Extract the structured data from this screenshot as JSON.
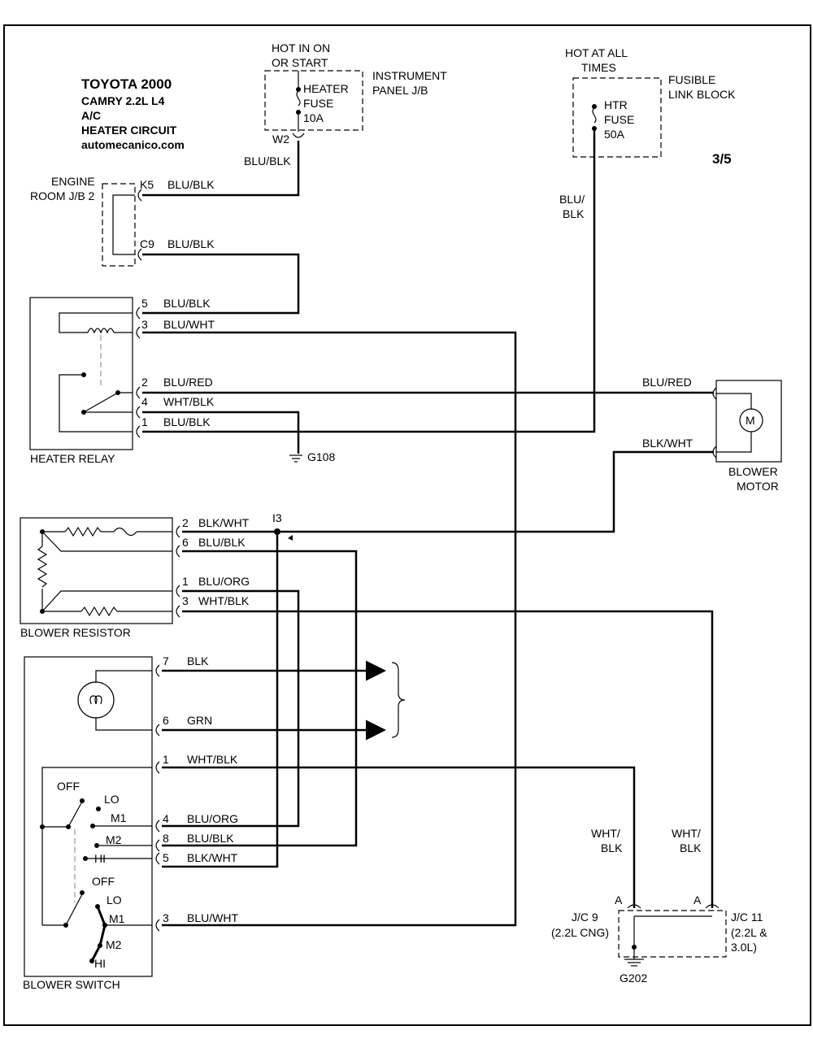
{
  "title": {
    "line1": "TOYOTA 2000",
    "line2": "CAMRY   2.2L  L4",
    "line3": "A/C",
    "line4": "HEATER CIRCUIT",
    "line5": "automecanico.com"
  },
  "page_number": "3/5",
  "fuse_box_ip": {
    "hot1": "HOT IN ON",
    "hot2": "OR START",
    "name1": "INSTRUMENT",
    "name2": "PANEL J/B",
    "fuse1": "HEATER",
    "fuse2": "FUSE",
    "fuse3": "10A",
    "pin": "W2",
    "wire": "BLU/BLK"
  },
  "fusible_link": {
    "hot1": "HOT AT ALL",
    "hot2": "TIMES",
    "name1": "FUSIBLE",
    "name2": "LINK BLOCK",
    "fuse1": "HTR",
    "fuse2": "FUSE",
    "fuse3": "50A",
    "wire1": "BLU/",
    "wire2": "BLK"
  },
  "engine_jb": {
    "name1": "ENGINE",
    "name2": "ROOM J/B 2",
    "pin_k5": "K5",
    "wire_k5": "BLU/BLK",
    "pin_c9": "C9",
    "wire_c9": "BLU/BLK"
  },
  "heater_relay": {
    "name": "HEATER RELAY",
    "pins": [
      {
        "pin": "5",
        "wire": "BLU/BLK"
      },
      {
        "pin": "3",
        "wire": "BLU/WHT"
      },
      {
        "pin": "2",
        "wire": "BLU/RED"
      },
      {
        "pin": "4",
        "wire": "WHT/BLK"
      },
      {
        "pin": "1",
        "wire": "BLU/BLK"
      }
    ],
    "ground": "G108"
  },
  "blower_motor": {
    "name1": "BLOWER",
    "name2": "MOTOR",
    "symbol": "M",
    "wire1": "BLU/RED",
    "wire2": "BLK/WHT"
  },
  "blower_resistor": {
    "name": "BLOWER RESISTOR",
    "splice": "I3",
    "pins": [
      {
        "pin": "2",
        "wire": "BLK/WHT"
      },
      {
        "pin": "6",
        "wire": "BLU/BLK"
      },
      {
        "pin": "1",
        "wire": "BLU/ORG"
      },
      {
        "pin": "3",
        "wire": "WHT/BLK"
      }
    ]
  },
  "blower_switch": {
    "name": "BLOWER SWITCH",
    "pins": [
      {
        "pin": "7",
        "wire": "BLK"
      },
      {
        "pin": "6",
        "wire": "GRN"
      },
      {
        "pin": "1",
        "wire": "WHT/BLK"
      },
      {
        "pin": "4",
        "wire": "BLU/ORG"
      },
      {
        "pin": "8",
        "wire": "BLU/BLK"
      },
      {
        "pin": "5",
        "wire": "BLK/WHT"
      },
      {
        "pin": "3",
        "wire": "BLU/WHT"
      }
    ],
    "positions_a": [
      "OFF",
      "LO",
      "M1",
      "M2",
      "HI"
    ],
    "positions_b": [
      "OFF",
      "LO",
      "M1",
      "M2",
      "HI"
    ]
  },
  "junctions": {
    "wire_left1": "WHT/",
    "wire_left2": "BLK",
    "wire_right1": "WHT/",
    "wire_right2": "BLK",
    "pin_a1": "A",
    "pin_a2": "A",
    "jc9_1": "J/C 9",
    "jc9_2": "(2.2L CNG)",
    "jc11_1": "J/C 11",
    "jc11_2": "(2.2L &",
    "jc11_3": "3.0L)",
    "ground": "G202"
  }
}
